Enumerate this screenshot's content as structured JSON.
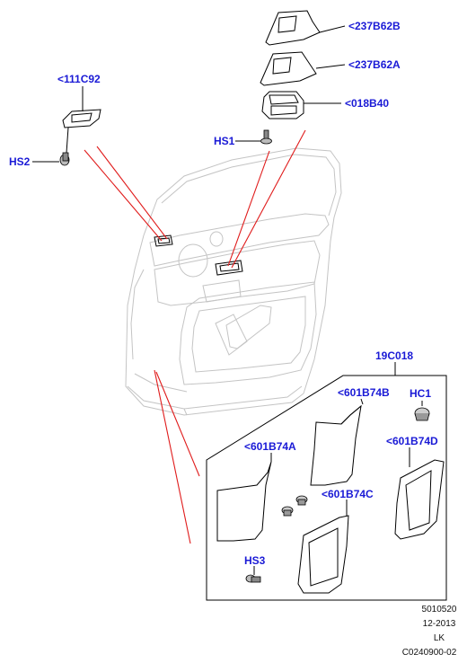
{
  "colors": {
    "callout": "#1a1ad6",
    "leader_red": "#e01b1b",
    "outline": "#000000",
    "ghost": "#c4c4c4"
  },
  "labels": {
    "switch_bezel_upper": "<237B62B",
    "switch_bezel_lower": "<237B62A",
    "window_switch": "<018B40",
    "lock_switch": "<111C92",
    "screw_hs1": "HS1",
    "screw_hs2": "HS2",
    "kit": "19C018",
    "trim_601b74b": "<601B74B",
    "clip_hc1": "HC1",
    "trim_601b74a": "<601B74A",
    "trim_601b74d": "<601B74D",
    "trim_601b74c": "<601B74C",
    "screw_hs3": "HS3"
  },
  "footer": {
    "line1": "5010520",
    "line2": "12-2013",
    "line3": "LK",
    "line4": "C0240900-02"
  }
}
